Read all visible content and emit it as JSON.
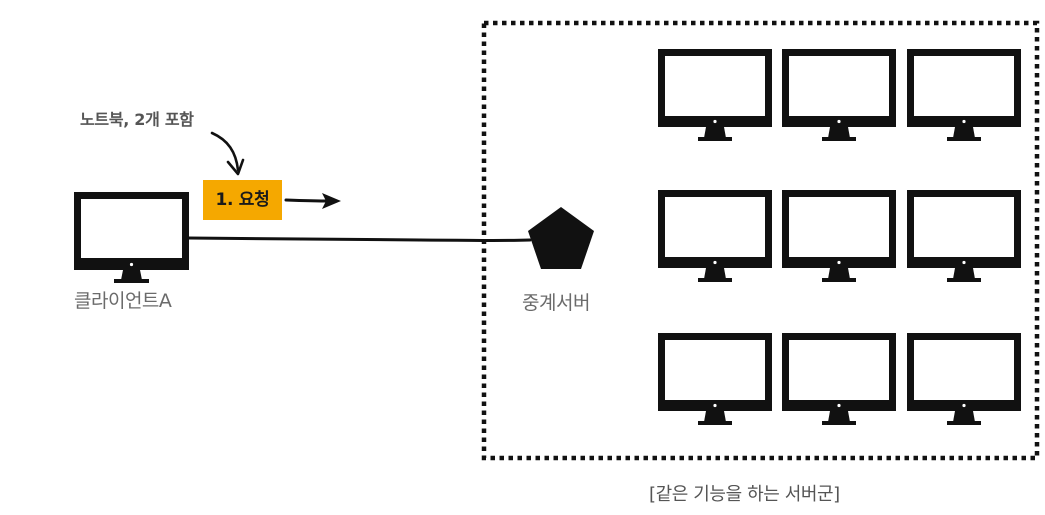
{
  "colors": {
    "background": "#ffffff",
    "stroke": "#111111",
    "label_text": "#6b6b6b",
    "note_text": "#555555",
    "request_badge": "#f5a800"
  },
  "client": {
    "label": "클라이언트A",
    "icon": "desktop-monitor-icon"
  },
  "annotation": {
    "label": "노트북, 2개 포함",
    "icon": "curved-arrow-icon"
  },
  "request": {
    "label": "1. 요청",
    "icon": "arrow-right-icon"
  },
  "relay_server": {
    "label": "중계서버",
    "icon": "pentagon-icon"
  },
  "server_group": {
    "label": "[같은 기능을 하는 서버군]",
    "rows": 3,
    "columns": 3,
    "icon": "desktop-monitor-icon"
  }
}
